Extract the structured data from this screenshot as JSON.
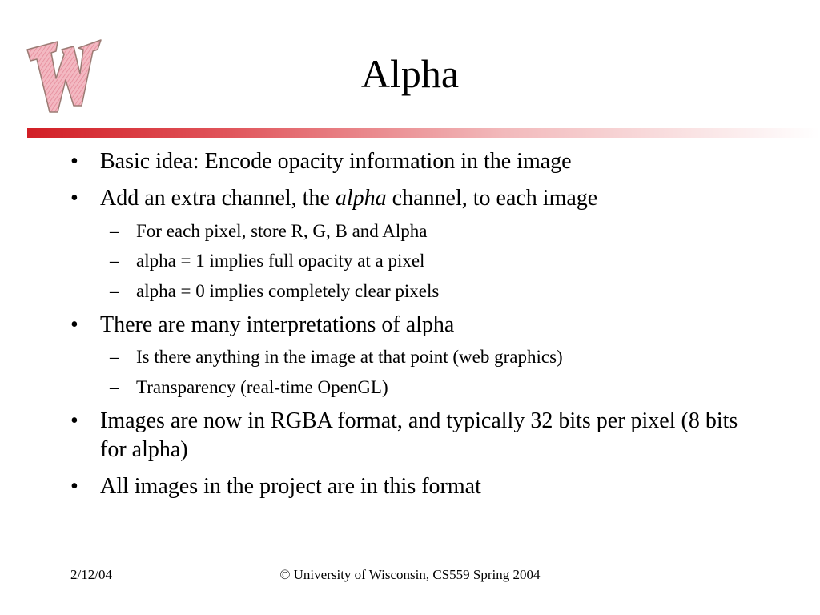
{
  "slide": {
    "title": "Alpha",
    "logo_icon": "wisconsin-w-logo-icon",
    "accent_color": "#d21f26"
  },
  "bullets": {
    "b1": "Basic idea: Encode opacity information in the image",
    "b2_pre": "Add an extra channel, the ",
    "b2_em": "alpha",
    "b2_post": " channel, to each image",
    "b2_s1": "For each pixel, store R, G, B and Alpha",
    "b2_s2": "alpha = 1 implies full opacity at a pixel",
    "b2_s3": "alpha = 0 implies completely clear pixels",
    "b3": "There are many interpretations of alpha",
    "b3_s1": "Is there anything in the image at that point (web graphics)",
    "b3_s2": "Transparency (real-time OpenGL)",
    "b4": "Images are now in RGBA format, and typically 32 bits per pixel (8 bits for alpha)",
    "b5": "All images in the project are in this format",
    "bullet_char": "•",
    "dash_char": "–"
  },
  "footer": {
    "date": "2/12/04",
    "copyright": "© University of Wisconsin, CS559 Spring 2004"
  }
}
